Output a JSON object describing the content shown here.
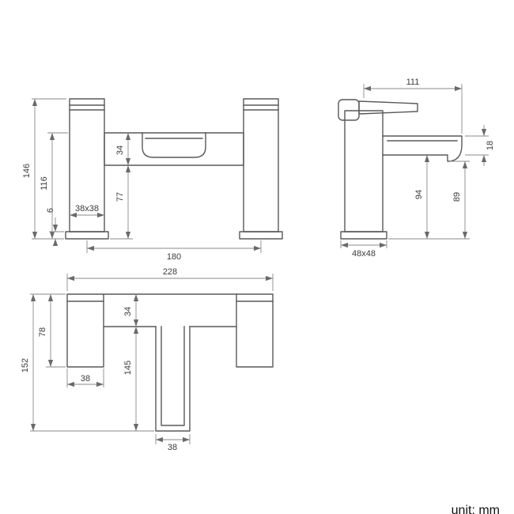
{
  "footer": {
    "unit_label": "unit: mm"
  },
  "drawing": {
    "front_view": {
      "total_height": "146",
      "body_height": "116",
      "base_thickness": "6",
      "pillar_section": "38x38",
      "bar_height": "34",
      "under_bar_clearance": "77",
      "pillar_centres": "180"
    },
    "side_view": {
      "spout_reach": "111",
      "spout_thickness": "18",
      "under_spout_clearance": "94",
      "under_outlet_clearance": "89",
      "base_section": "48x48"
    },
    "plan_view": {
      "overall_width": "228",
      "block_depth": "78",
      "bar_depth": "34",
      "overall_depth": "152",
      "block_width": "38",
      "spout_length": "145",
      "spout_width": "38"
    }
  }
}
